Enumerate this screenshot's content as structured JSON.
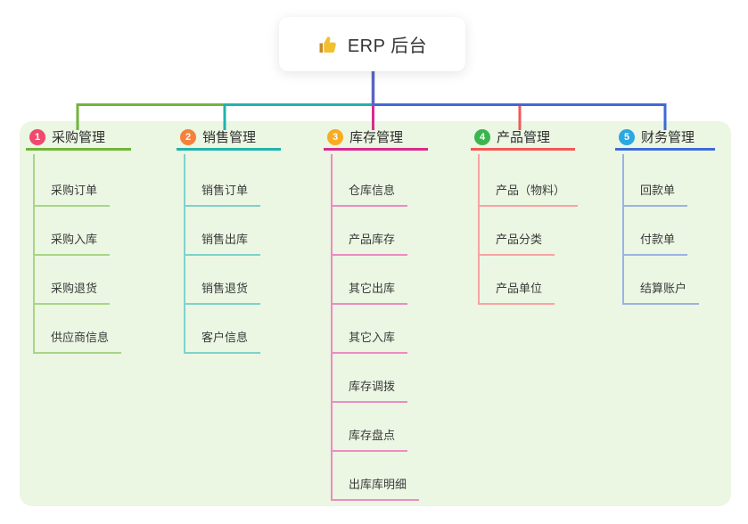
{
  "root": {
    "icon": "thumbs-up",
    "title": "ERP 后台"
  },
  "colors": {
    "panel_bg": "#ebf6e3",
    "stem": "#5b65c6",
    "card_bg": "#ffffff",
    "title_text": "#333333",
    "icon_yellow": "#f2c02e"
  },
  "branches": [
    {
      "number": "1",
      "label": "采购管理",
      "badge_color": "#f1486d",
      "line_color": "#72b53a",
      "child_line_color": "#a9d586",
      "children": [
        "采购订单",
        "采购入库",
        "采购退货",
        "供应商信息"
      ]
    },
    {
      "number": "2",
      "label": "销售管理",
      "badge_color": "#f6813b",
      "line_color": "#22b3ab",
      "child_line_color": "#7fd2ca",
      "children": [
        "销售订单",
        "销售出库",
        "销售退货",
        "客户信息"
      ]
    },
    {
      "number": "3",
      "label": "库存管理",
      "badge_color": "#fbab1f",
      "line_color": "#d92a8e",
      "child_line_color": "#ec8cc2",
      "children": [
        "仓库信息",
        "产品库存",
        "其它出库",
        "其它入库",
        "库存调拨",
        "库存盘点",
        "出库库明细"
      ]
    },
    {
      "number": "4",
      "label": "产品管理",
      "badge_color": "#3cb54e",
      "line_color": "#f25858",
      "child_line_color": "#f8a3a3",
      "children": [
        "产品（物料）",
        "产品分类",
        "产品单位"
      ]
    },
    {
      "number": "5",
      "label": "财务管理",
      "badge_color": "#29a8e2",
      "line_color": "#3f6ad6",
      "child_line_color": "#9db2e2",
      "children": [
        "回款单",
        "付款单",
        "结算账户"
      ]
    }
  ]
}
